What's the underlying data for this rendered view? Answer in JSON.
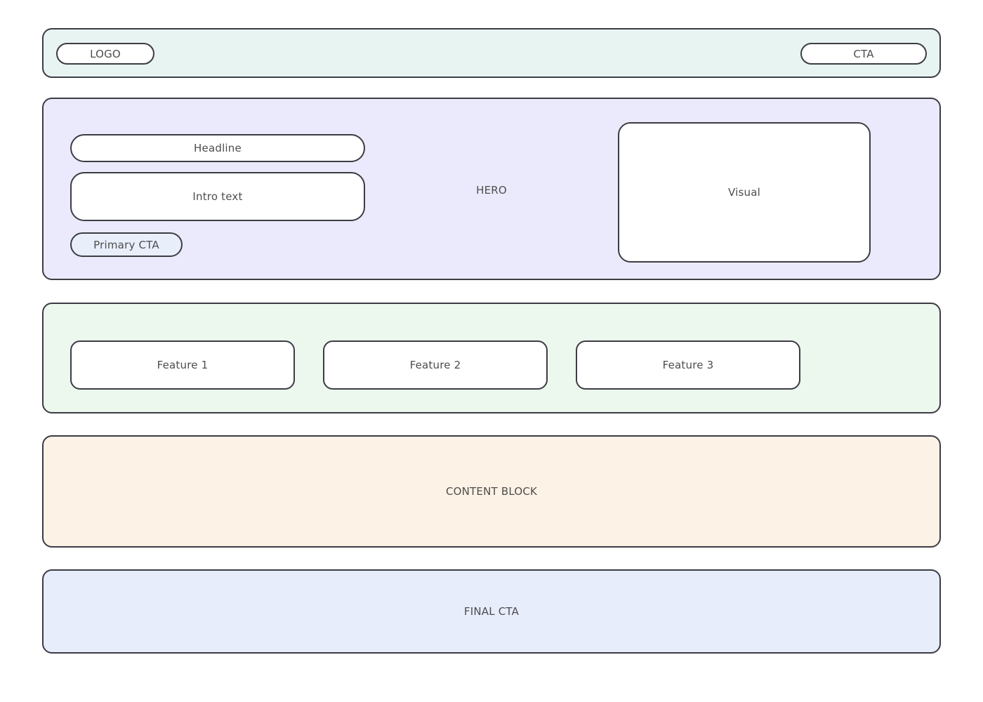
{
  "page": {
    "background": "#ffffff",
    "border_color": "#3c3c44",
    "text_color": "#4d4d4d"
  },
  "header": {
    "background": "#e8f4f2",
    "logo_label": "LOGO",
    "cta_label": "CTA"
  },
  "hero": {
    "background": "#ebeafc",
    "section_label": "HERO",
    "headline_label": "Headline",
    "intro_label": "Intro text",
    "primary_cta_label": "Primary CTA",
    "primary_cta_background": "#e9eefb",
    "visual_label": "Visual"
  },
  "features": {
    "background": "#ecf7ee",
    "cards": [
      {
        "label": "Feature 1"
      },
      {
        "label": "Feature 2"
      },
      {
        "label": "Feature 3"
      }
    ]
  },
  "content_block": {
    "background": "#fdf2e6",
    "label": "CONTENT BLOCK"
  },
  "final_cta": {
    "background": "#e7edfb",
    "label": "FINAL CTA"
  }
}
